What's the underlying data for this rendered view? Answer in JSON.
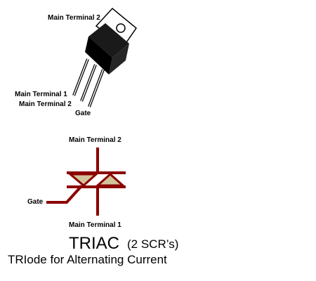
{
  "package": {
    "top_label": "Main Terminal 2",
    "pin_labels": [
      "Main Terminal 1",
      "Main Terminal 2",
      "Gate"
    ]
  },
  "symbol": {
    "top_label": "Main Terminal 2",
    "gate_label": "Gate",
    "bottom_label": "Main Terminal 1"
  },
  "caption": {
    "title": "TRIAC",
    "subtitle": "(2 SCR’s)",
    "expansion": "TRIode for Alternating Current"
  },
  "colors": {
    "symbol_line": "#8b0000",
    "symbol_fill": "#d2c49a",
    "package_body": "#000000"
  }
}
